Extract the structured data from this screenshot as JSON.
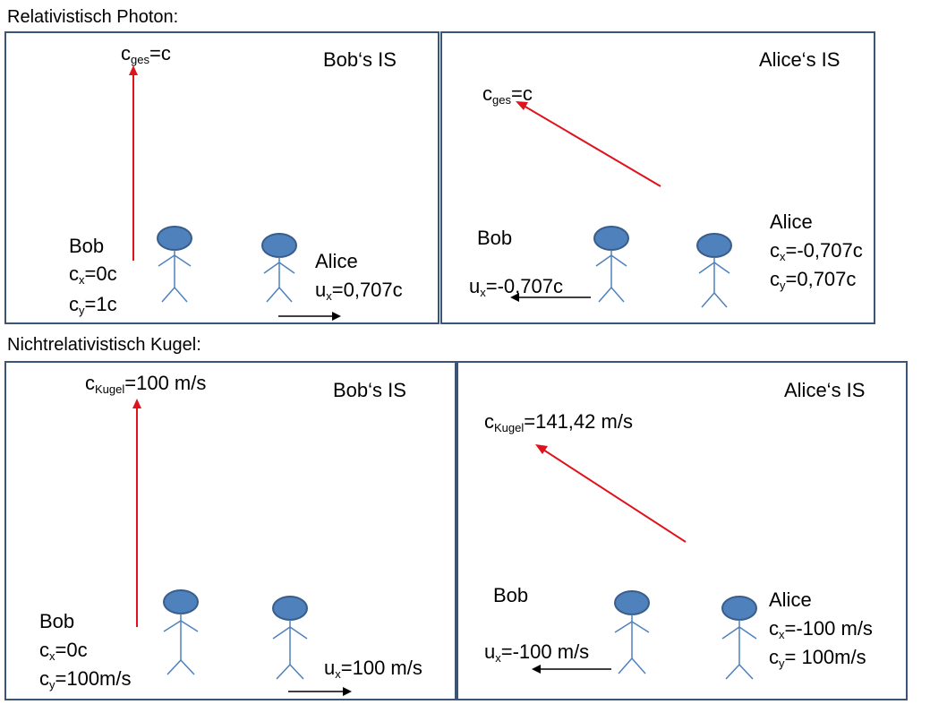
{
  "headings": {
    "relativistic": "Relativistisch Photon:",
    "nonrelativistic": "Nichtrelativistisch  Kugel:"
  },
  "panels": {
    "p1": {
      "frame_label": "Bob‘s IS",
      "speed": {
        "base": "c",
        "sub": "ges",
        "rest": "=c"
      },
      "bob": {
        "name": "Bob",
        "cx": {
          "base": "c",
          "sub": "x",
          "rest": "=0c"
        },
        "cy": {
          "base": "c",
          "sub": "y",
          "rest": "=1c"
        }
      },
      "alice": {
        "name": "Alice",
        "ux": {
          "base": "u",
          "sub": "x",
          "rest": "=0,707c"
        }
      }
    },
    "p2": {
      "frame_label": "Alice‘s IS",
      "speed": {
        "base": "c",
        "sub": "ges",
        "rest": "=c"
      },
      "bob": {
        "name": "Bob",
        "ux": {
          "base": "u",
          "sub": "x",
          "rest": "=-0,707c"
        }
      },
      "alice": {
        "name": "Alice",
        "cx": {
          "base": "c",
          "sub": "x",
          "rest": "=-0,707c"
        },
        "cy": {
          "base": "c",
          "sub": "y",
          "rest": "=0,707c"
        }
      }
    },
    "p3": {
      "frame_label": "Bob‘s IS",
      "speed": {
        "base": "c",
        "sub": "Kugel",
        "rest": "=100 m/s"
      },
      "bob": {
        "name": "Bob",
        "cx": {
          "base": "c",
          "sub": "x",
          "rest": "=0c"
        },
        "cy": {
          "base": "c",
          "sub": "y",
          "rest": "=100m/s"
        }
      },
      "alice": {
        "ux": {
          "base": "u",
          "sub": "x",
          "rest": "=100 m/s"
        }
      }
    },
    "p4": {
      "frame_label": "Alice‘s IS",
      "speed": {
        "base": "c",
        "sub": "Kugel",
        "rest": "=141,42 m/s"
      },
      "bob": {
        "name": "Bob",
        "ux": {
          "base": "u",
          "sub": "x",
          "rest": "=-100 m/s"
        }
      },
      "alice": {
        "name": "Alice",
        "cx": {
          "base": "c",
          "sub": "x",
          "rest": "=-100 m/s"
        },
        "cy": {
          "base": "c",
          "sub": "y",
          "rest": "= 100m/s"
        }
      }
    }
  },
  "colors": {
    "border": "#3b5577",
    "photon_arrow": "#e0121b",
    "head_fill": "#4f81bd",
    "head_stroke": "#385d8a",
    "body_stroke": "#4f81bd"
  }
}
